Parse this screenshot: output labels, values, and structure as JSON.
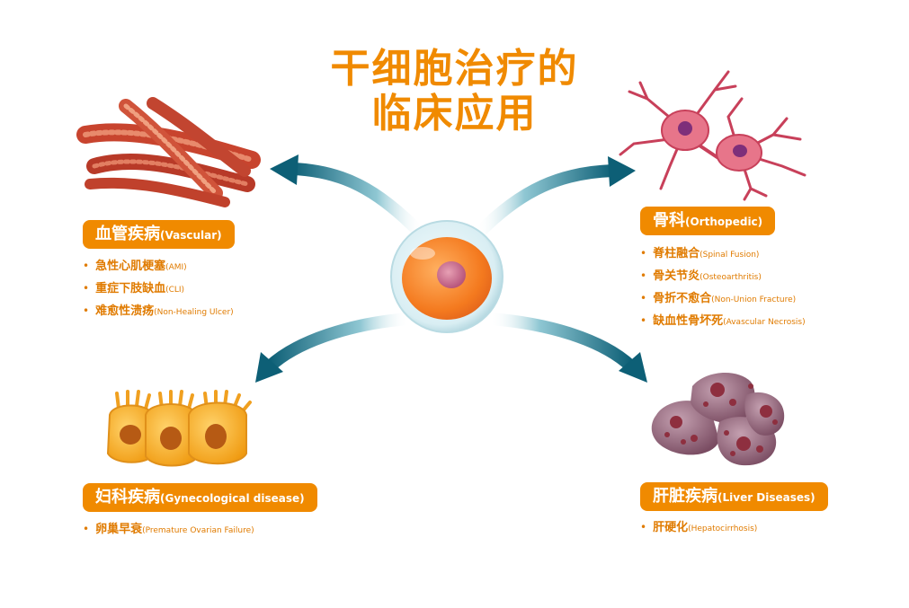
{
  "title": {
    "line1": "干细胞治疗的",
    "line2": "临床应用"
  },
  "colors": {
    "accent": "#F08A00",
    "arrow": "#0D5F76",
    "text": "#E07B00"
  },
  "center": {
    "icon": "stem-cell-icon"
  },
  "categories": {
    "vascular": {
      "label_cn": "血管疾病",
      "label_en": "(Vascular)",
      "icon": "blood-vessel-icon",
      "items": [
        {
          "cn": "急性心肌梗塞",
          "en": "(AMI)"
        },
        {
          "cn": "重症下肢缺血",
          "en": "(CLI)"
        },
        {
          "cn": "难愈性溃疡",
          "en": "(Non-Healing Ulcer)"
        }
      ]
    },
    "orthopedic": {
      "label_cn": "骨科",
      "label_en": "(Orthopedic)",
      "icon": "bone-cell-icon",
      "items": [
        {
          "cn": "脊柱融合",
          "en": "(Spinal Fusion)"
        },
        {
          "cn": "骨关节炎",
          "en": "(Osteoarthritis)"
        },
        {
          "cn": "骨折不愈合",
          "en": "(Non-Union Fracture)"
        },
        {
          "cn": "缺血性骨坏死",
          "en": "(Avascular Necrosis)"
        }
      ]
    },
    "gynecology": {
      "label_cn": "妇科疾病",
      "label_en": "(Gynecological disease)",
      "icon": "epithelial-cell-icon",
      "items": [
        {
          "cn": "卵巢早衰",
          "en": "(Premature Ovarian Failure)"
        }
      ]
    },
    "liver": {
      "label_cn": "肝脏疾病",
      "label_en": "(Liver Diseases)",
      "icon": "liver-cell-icon",
      "items": [
        {
          "cn": "肝硬化",
          "en": "(Hepatocirrhosis)"
        }
      ]
    }
  }
}
